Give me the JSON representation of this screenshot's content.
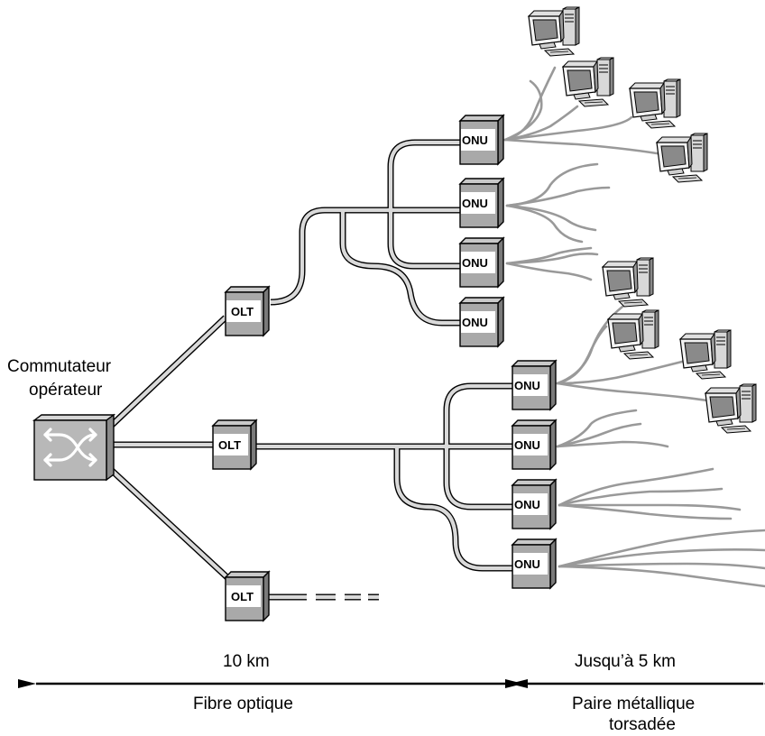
{
  "switch": {
    "label_line1": "Commutateur",
    "label_line2": "opérateur",
    "icon": "switch-icon"
  },
  "olt_label": "OLT",
  "onu_label": "ONU",
  "distance_fiber": "10 km",
  "medium_fiber": "Fibre optique",
  "distance_copper": "Jusqu’à 5 km",
  "medium_copper_line1": "Paire métallique",
  "medium_copper_line2": "torsadée",
  "icons": {
    "computer": "computer-icon",
    "arrow": "double-arrow"
  }
}
